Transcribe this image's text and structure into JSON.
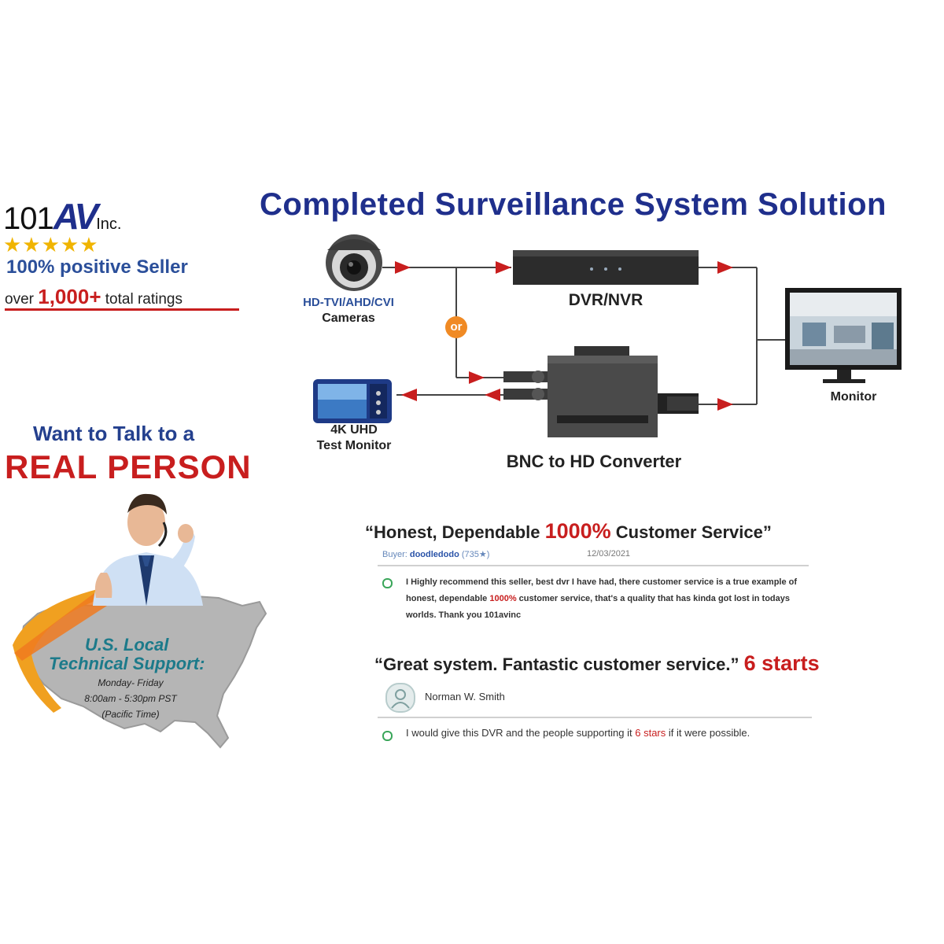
{
  "brand": {
    "logo_number": "101",
    "logo_av": "AV",
    "logo_inc": "Inc.",
    "stars": "★★★★★",
    "positive": "100% positive Seller",
    "ratings_pre": "over ",
    "ratings_count": "1,000+",
    "ratings_post": " total ratings"
  },
  "contact": {
    "talk": "Want to Talk to a",
    "real_person": "REAL PERSON",
    "support_line1": "U.S. Local",
    "support_line2": "Technical Support:",
    "hours_days": "Monday- Friday",
    "hours_time": "8:00am - 5:30pm PST",
    "hours_zone": "(Pacific Time)"
  },
  "diagram": {
    "title": "Completed Surveillance System Solution",
    "camera_label_1": "HD-TVI/AHD/CVI",
    "camera_label_2": "Cameras",
    "dvr_label": "DVR/NVR",
    "monitor_label": "Monitor",
    "test_monitor_1": "4K UHD",
    "test_monitor_2": "Test Monitor",
    "converter_label": "BNC to HD Converter",
    "or_label": "or",
    "accent_color": "#c81e1e",
    "title_color": "#1f2f8c"
  },
  "reviews": [
    {
      "head_pre": "“Honest, Dependable ",
      "head_hl": "1000%",
      "head_post": " Customer Service”",
      "buyer_label": "Buyer: ",
      "buyer_name": "doodledodo",
      "buyer_score": " (735★)",
      "date": "12/03/2021",
      "body_pre": "I Highly recommend this seller, best dvr I have had, there customer service is a true example of honest, dependable ",
      "body_hl": "1000%",
      "body_post": " customer service, that's a quality that has kinda got lost in todays worlds. Thank you 101avinc"
    },
    {
      "head_pre": "“Great system. Fantastic customer service.” ",
      "head_hl": "6 starts",
      "reviewer": "Norman W. Smith",
      "body_pre": "I would give this DVR and the people supporting it ",
      "body_hl": "6 stars",
      "body_post": " if it were possible."
    }
  ]
}
